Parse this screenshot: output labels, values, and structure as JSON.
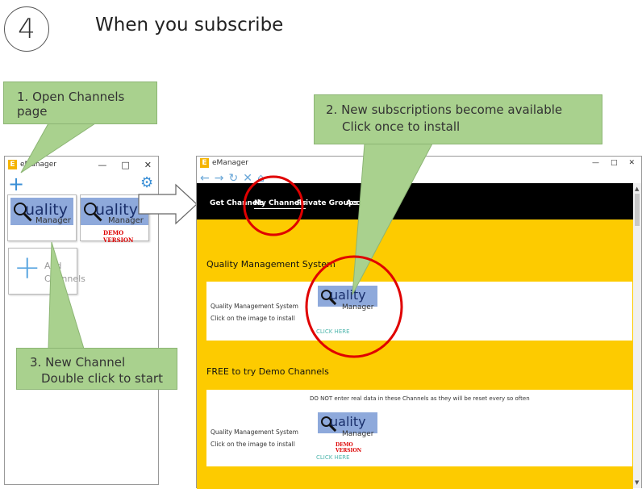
{
  "step": {
    "number": "4",
    "title": "When you subscribe"
  },
  "small_window": {
    "title": "eManager",
    "controls": {
      "minimize": "—",
      "maximize": "□",
      "close": "✕"
    },
    "add_icon": "plus-icon",
    "settings_icon": "gear-icon",
    "tiles": [
      {
        "word": "uality",
        "sub": "Manager",
        "badge": ""
      },
      {
        "word": "uality",
        "sub": "Manager",
        "badge": "DEMO VERSION"
      }
    ],
    "add_channels": {
      "line1": "Add",
      "line2": "Channels"
    }
  },
  "big_window": {
    "title": "eManager",
    "controls": {
      "minimize": "—",
      "maximize": "□",
      "close": "✕"
    },
    "nav_icons": [
      "back-arrow-icon",
      "forward-arrow-icon",
      "refresh-icon",
      "stop-icon",
      "home-icon"
    ],
    "nav_glyphs": {
      "back": "←",
      "forward": "→",
      "refresh": "↻",
      "stop": "✕",
      "home": "⌂"
    },
    "menu": [
      "Get Channels",
      "My Channels",
      "Private Groups",
      "Accou"
    ],
    "active_menu": "My Channels",
    "section1": {
      "title": "Quality Management System",
      "line1": "Quality Management System",
      "line2": "Click on the image to install",
      "click_here": "CLICK HERE",
      "tile": {
        "word": "uality",
        "sub": "Manager"
      }
    },
    "section2": {
      "title": "FREE to try Demo Channels",
      "warning": "DO NOT enter real data in these Channels as they will be reset every so often",
      "line1": "Quality Management System",
      "line2": "Click on the image to install",
      "click_here": "CLICK HERE",
      "tile": {
        "word": "uality",
        "sub": "Manager",
        "badge": "DEMO VERSION"
      }
    }
  },
  "callouts": {
    "c1": "1. Open Channels page",
    "c2_line1": "2. New subscriptions become available",
    "c2_line2": "Click once to install",
    "c3_line1": "3. New Channel",
    "c3_line2": "Double click to start"
  },
  "colors": {
    "accent": "#3a8fd6",
    "callout": "#a9d18e",
    "highlight": "#e00000",
    "yellow": "#fdcb00",
    "tile": "#8ea9db"
  }
}
